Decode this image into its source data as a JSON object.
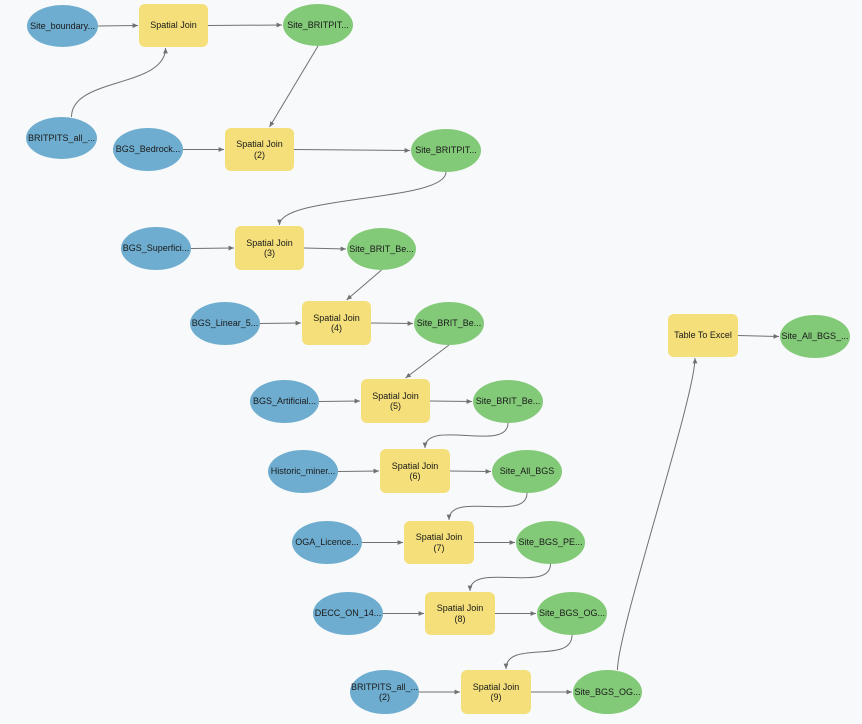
{
  "colors": {
    "input": "#6eadcf",
    "tool": "#f4df7a",
    "output": "#82c978",
    "edge": "#707070",
    "background": "#f7f9fa"
  },
  "nodes": [
    {
      "id": "in1",
      "kind": "input",
      "label": "Site_boundary..."
    },
    {
      "id": "t1",
      "kind": "tool",
      "label": "Spatial Join"
    },
    {
      "id": "out1",
      "kind": "output",
      "label": "Site_BRITPIT..."
    },
    {
      "id": "in2",
      "kind": "input",
      "label": "BRITPITS_all_..."
    },
    {
      "id": "in3",
      "kind": "input",
      "label": "BGS_Bedrock..."
    },
    {
      "id": "t2",
      "kind": "tool",
      "label": "Spatial Join (2)"
    },
    {
      "id": "out2",
      "kind": "output",
      "label": "Site_BRITPIT..."
    },
    {
      "id": "in4",
      "kind": "input",
      "label": "BGS_Superfici..."
    },
    {
      "id": "t3",
      "kind": "tool",
      "label": "Spatial Join (3)"
    },
    {
      "id": "out3",
      "kind": "output",
      "label": "Site_BRIT_Be..."
    },
    {
      "id": "in5",
      "kind": "input",
      "label": "BGS_Linear_5..."
    },
    {
      "id": "t4",
      "kind": "tool",
      "label": "Spatial Join (4)"
    },
    {
      "id": "out4",
      "kind": "output",
      "label": "Site_BRIT_Be..."
    },
    {
      "id": "in6",
      "kind": "input",
      "label": "BGS_Artificial..."
    },
    {
      "id": "t5",
      "kind": "tool",
      "label": "Spatial Join (5)"
    },
    {
      "id": "out5",
      "kind": "output",
      "label": "Site_BRIT_Be..."
    },
    {
      "id": "in7",
      "kind": "input",
      "label": "Historic_miner..."
    },
    {
      "id": "t6",
      "kind": "tool",
      "label": "Spatial Join (6)"
    },
    {
      "id": "out6",
      "kind": "output",
      "label": "Site_All_BGS"
    },
    {
      "id": "in8",
      "kind": "input",
      "label": "OGA_Licence..."
    },
    {
      "id": "t7",
      "kind": "tool",
      "label": "Spatial Join (7)"
    },
    {
      "id": "out7",
      "kind": "output",
      "label": "Site_BGS_PE..."
    },
    {
      "id": "in9",
      "kind": "input",
      "label": "DECC_ON_14..."
    },
    {
      "id": "t8",
      "kind": "tool",
      "label": "Spatial Join (8)"
    },
    {
      "id": "out8",
      "kind": "output",
      "label": "Site_BGS_OG..."
    },
    {
      "id": "in10",
      "kind": "input",
      "label": "BRITPITS_all_...\n(2)"
    },
    {
      "id": "t9",
      "kind": "tool",
      "label": "Spatial Join (9)"
    },
    {
      "id": "out9",
      "kind": "output",
      "label": "Site_BGS_OG..."
    },
    {
      "id": "t10",
      "kind": "tool",
      "label": "Table To Excel"
    },
    {
      "id": "out10",
      "kind": "output",
      "label": "Site_All_BGS_..."
    }
  ],
  "edges": [
    {
      "from": "in1",
      "to": "t1"
    },
    {
      "from": "in2",
      "to": "t1"
    },
    {
      "from": "t1",
      "to": "out1"
    },
    {
      "from": "out1",
      "to": "t2"
    },
    {
      "from": "in3",
      "to": "t2"
    },
    {
      "from": "t2",
      "to": "out2"
    },
    {
      "from": "out2",
      "to": "t3"
    },
    {
      "from": "in4",
      "to": "t3"
    },
    {
      "from": "t3",
      "to": "out3"
    },
    {
      "from": "out3",
      "to": "t4"
    },
    {
      "from": "in5",
      "to": "t4"
    },
    {
      "from": "t4",
      "to": "out4"
    },
    {
      "from": "out4",
      "to": "t5"
    },
    {
      "from": "in6",
      "to": "t5"
    },
    {
      "from": "t5",
      "to": "out5"
    },
    {
      "from": "out5",
      "to": "t6"
    },
    {
      "from": "in7",
      "to": "t6"
    },
    {
      "from": "t6",
      "to": "out6"
    },
    {
      "from": "out6",
      "to": "t7"
    },
    {
      "from": "in8",
      "to": "t7"
    },
    {
      "from": "t7",
      "to": "out7"
    },
    {
      "from": "out7",
      "to": "t8"
    },
    {
      "from": "in9",
      "to": "t8"
    },
    {
      "from": "t8",
      "to": "out8"
    },
    {
      "from": "out8",
      "to": "t9"
    },
    {
      "from": "in10",
      "to": "t9"
    },
    {
      "from": "t9",
      "to": "out9"
    },
    {
      "from": "out9",
      "to": "t10"
    },
    {
      "from": "t10",
      "to": "out10"
    }
  ]
}
